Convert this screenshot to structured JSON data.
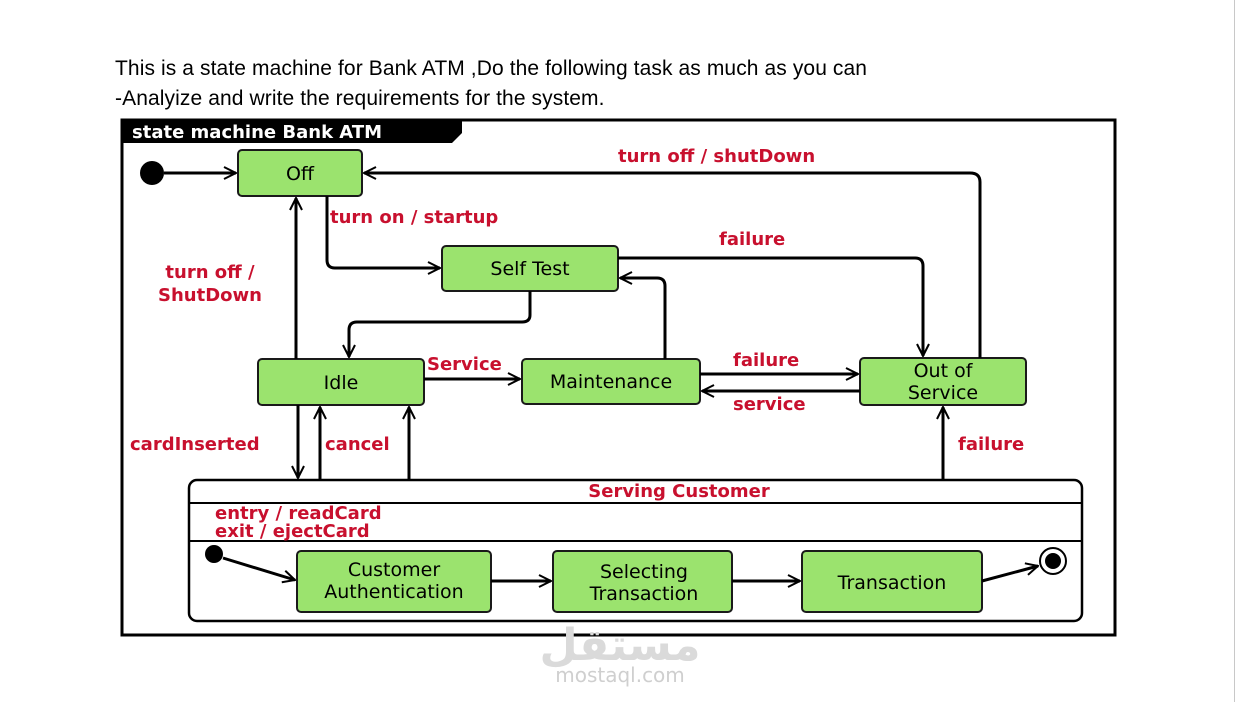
{
  "intro": {
    "line1": "This is a state machine for Bank ATM ,Do the following task as much as you can",
    "line2": "-Analyize and write the requirements  for the system."
  },
  "diagram": {
    "frame_title": "state machine Bank ATM",
    "states": {
      "off": "Off",
      "self_test": "Self Test",
      "idle": "Idle",
      "maintenance": "Maintenance",
      "out_of_service": [
        "Out of",
        "Service"
      ],
      "customer_authentication": [
        "Customer",
        "Authentication"
      ],
      "selecting_transaction": [
        "Selecting",
        "Transaction"
      ],
      "transaction": "Transaction"
    },
    "composite": {
      "name": "Serving Customer",
      "entry": "entry / readCard",
      "exit": "exit / ejectCard"
    },
    "transitions": {
      "turn_on": "turn on / startup",
      "turn_off_shutdown_right": "turn off / shutDown",
      "turn_off_shutdown_left": [
        "turn off /",
        "ShutDown"
      ],
      "failure_selftest": "failure",
      "service_to_maintenance": "Service",
      "failure_maintenance": "failure",
      "service_back": "service",
      "card_inserted": "cardInserted",
      "cancel": "cancel",
      "failure_serving": "failure"
    },
    "colors": {
      "state_fill": "#9be36e",
      "transition_label": "#c8102e",
      "frame_tab": "#000000"
    }
  },
  "watermark": {
    "arabic": "مستقل",
    "latin": "mostaql.com"
  }
}
